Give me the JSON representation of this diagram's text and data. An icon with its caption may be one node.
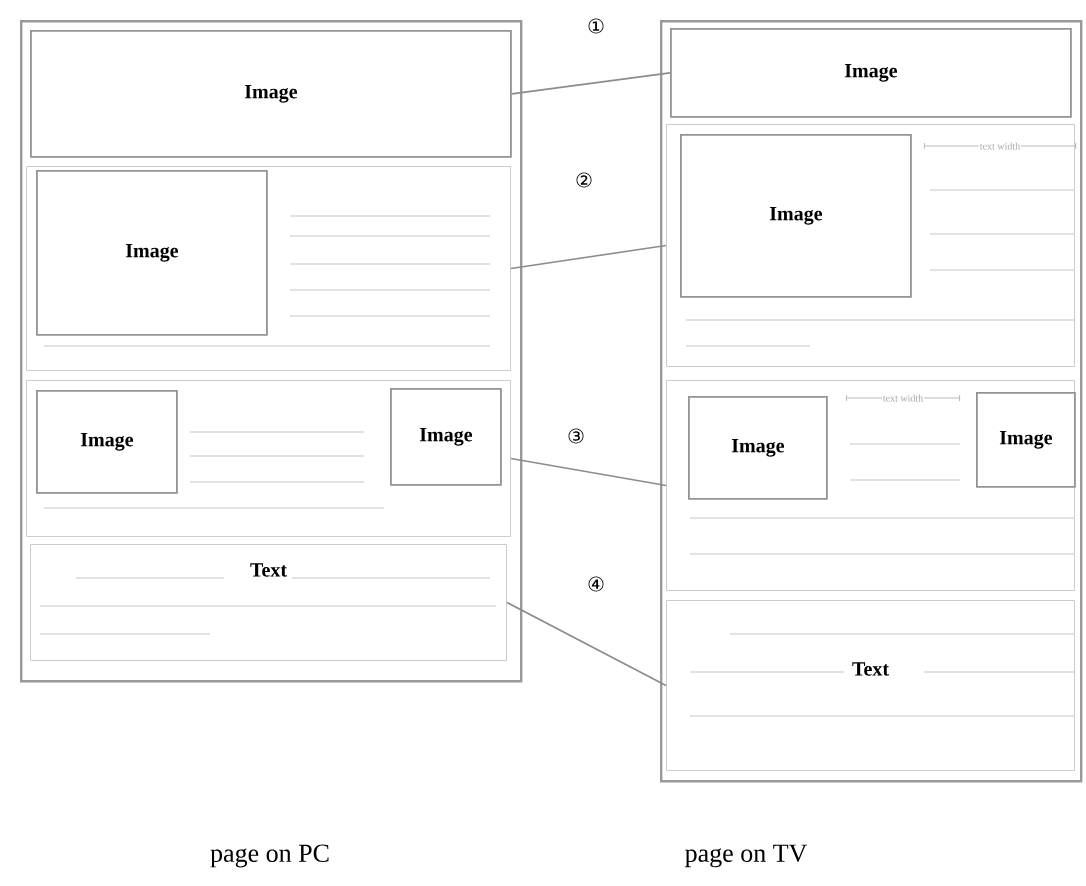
{
  "diagram": {
    "nodes": [
      {
        "text": [],
        "shape": "box"
      },
      {
        "text": [
          "Image"
        ],
        "in": 0
      },
      {
        "text": [],
        "shape": "box",
        "in": 0
      },
      {
        "text": [
          "Image"
        ],
        "in": 2
      },
      {
        "text": [],
        "shape": "box",
        "in": 0
      },
      {
        "text": [
          "Image"
        ],
        "in": 4
      },
      {
        "text": [
          "Image"
        ],
        "in": 4
      },
      {
        "text": [
          "Text"
        ],
        "in": 0
      },
      {
        "text": [],
        "shape": "box"
      },
      {
        "text": [
          "Image"
        ],
        "in": 8
      },
      {
        "text": [],
        "shape": "box",
        "in": 8
      },
      {
        "text": [
          "Image"
        ],
        "in": 10
      },
      {
        "text": [],
        "shape": "box",
        "in": 8
      },
      {
        "text": [
          "Image"
        ],
        "in": 12
      },
      {
        "text": [
          "Image"
        ],
        "in": 12
      },
      {
        "text": [
          "Text"
        ],
        "in": 8
      }
    ],
    "edges": [
      {
        "from": 1,
        "to": 9,
        "arrow": "none",
        "label": "①"
      },
      {
        "from": 2,
        "to": 10,
        "arrow": "none",
        "label": "②"
      },
      {
        "from": 4,
        "to": 12,
        "arrow": "none",
        "label": "③"
      },
      {
        "from": 7,
        "to": 15,
        "arrow": "none",
        "label": "④"
      }
    ],
    "labels": [
      "text width",
      "text width",
      "page on PC",
      "page on TV"
    ]
  }
}
